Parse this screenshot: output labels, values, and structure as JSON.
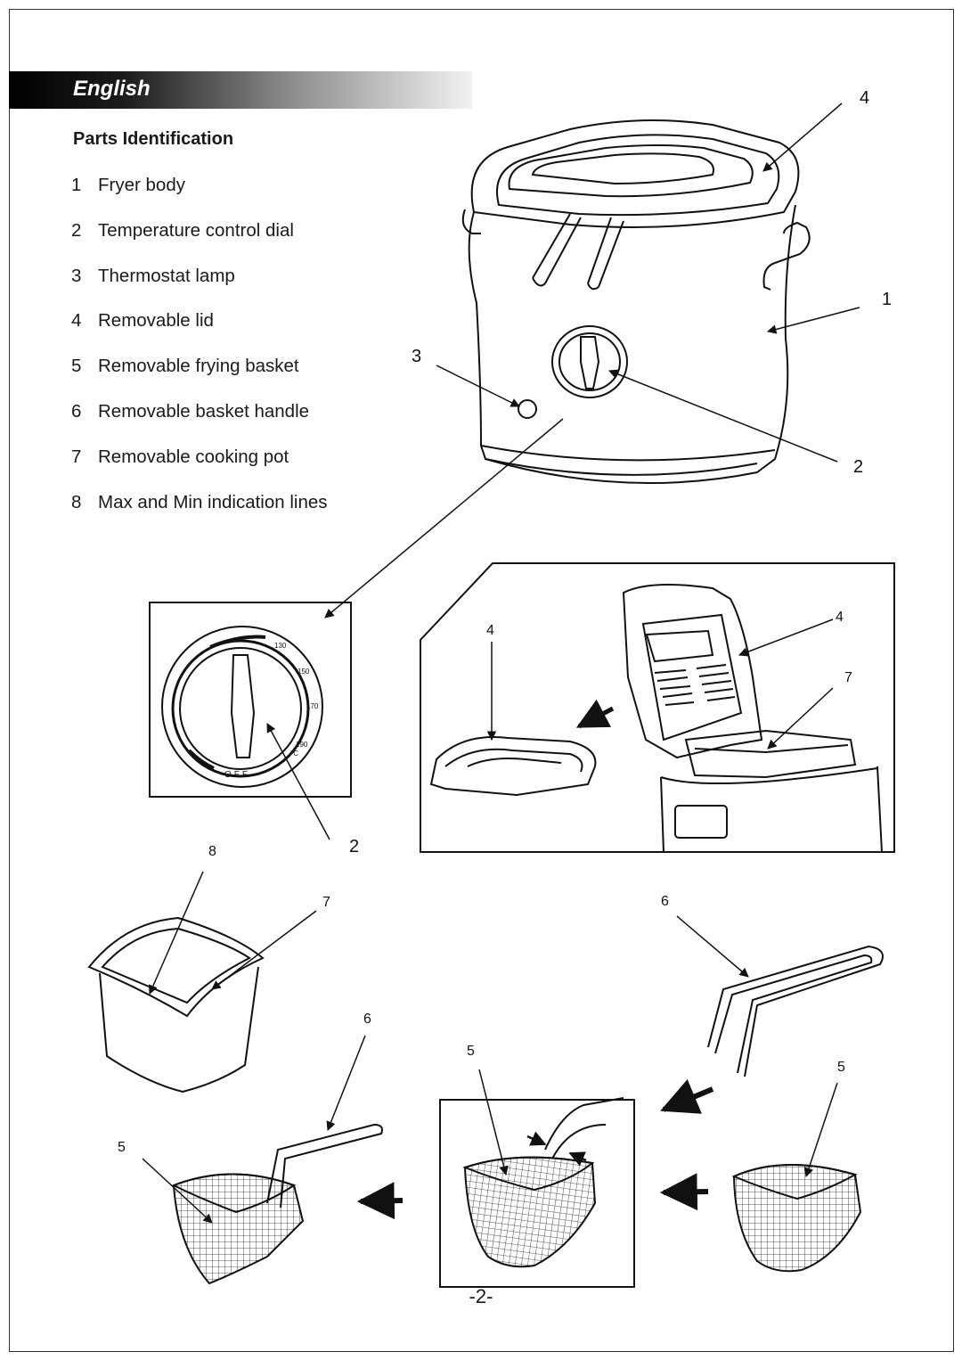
{
  "header": {
    "language": "English"
  },
  "parts": {
    "title": "Parts Identification",
    "items": [
      {
        "num": "1",
        "label": "Fryer body"
      },
      {
        "num": "2",
        "label": "Temperature control dial"
      },
      {
        "num": "3",
        "label": "Thermostat lamp"
      },
      {
        "num": "4",
        "label": "Removable lid"
      },
      {
        "num": "5",
        "label": "Removable frying basket"
      },
      {
        "num": "6",
        "label": "Removable basket handle"
      },
      {
        "num": "7",
        "label": "Removable cooking pot"
      },
      {
        "num": "8",
        "label": "Max and Min indication lines"
      }
    ]
  },
  "callouts": {
    "one": "1",
    "two": "2",
    "three": "3",
    "four": "4",
    "five": "5",
    "six": "6",
    "seven": "7",
    "eight": "8"
  },
  "dial": {
    "t130": "130",
    "t150": "150",
    "t170": "170",
    "t190": "190",
    "unit": "°C",
    "off": "OFF"
  },
  "footer": {
    "page_number": "-2-"
  }
}
